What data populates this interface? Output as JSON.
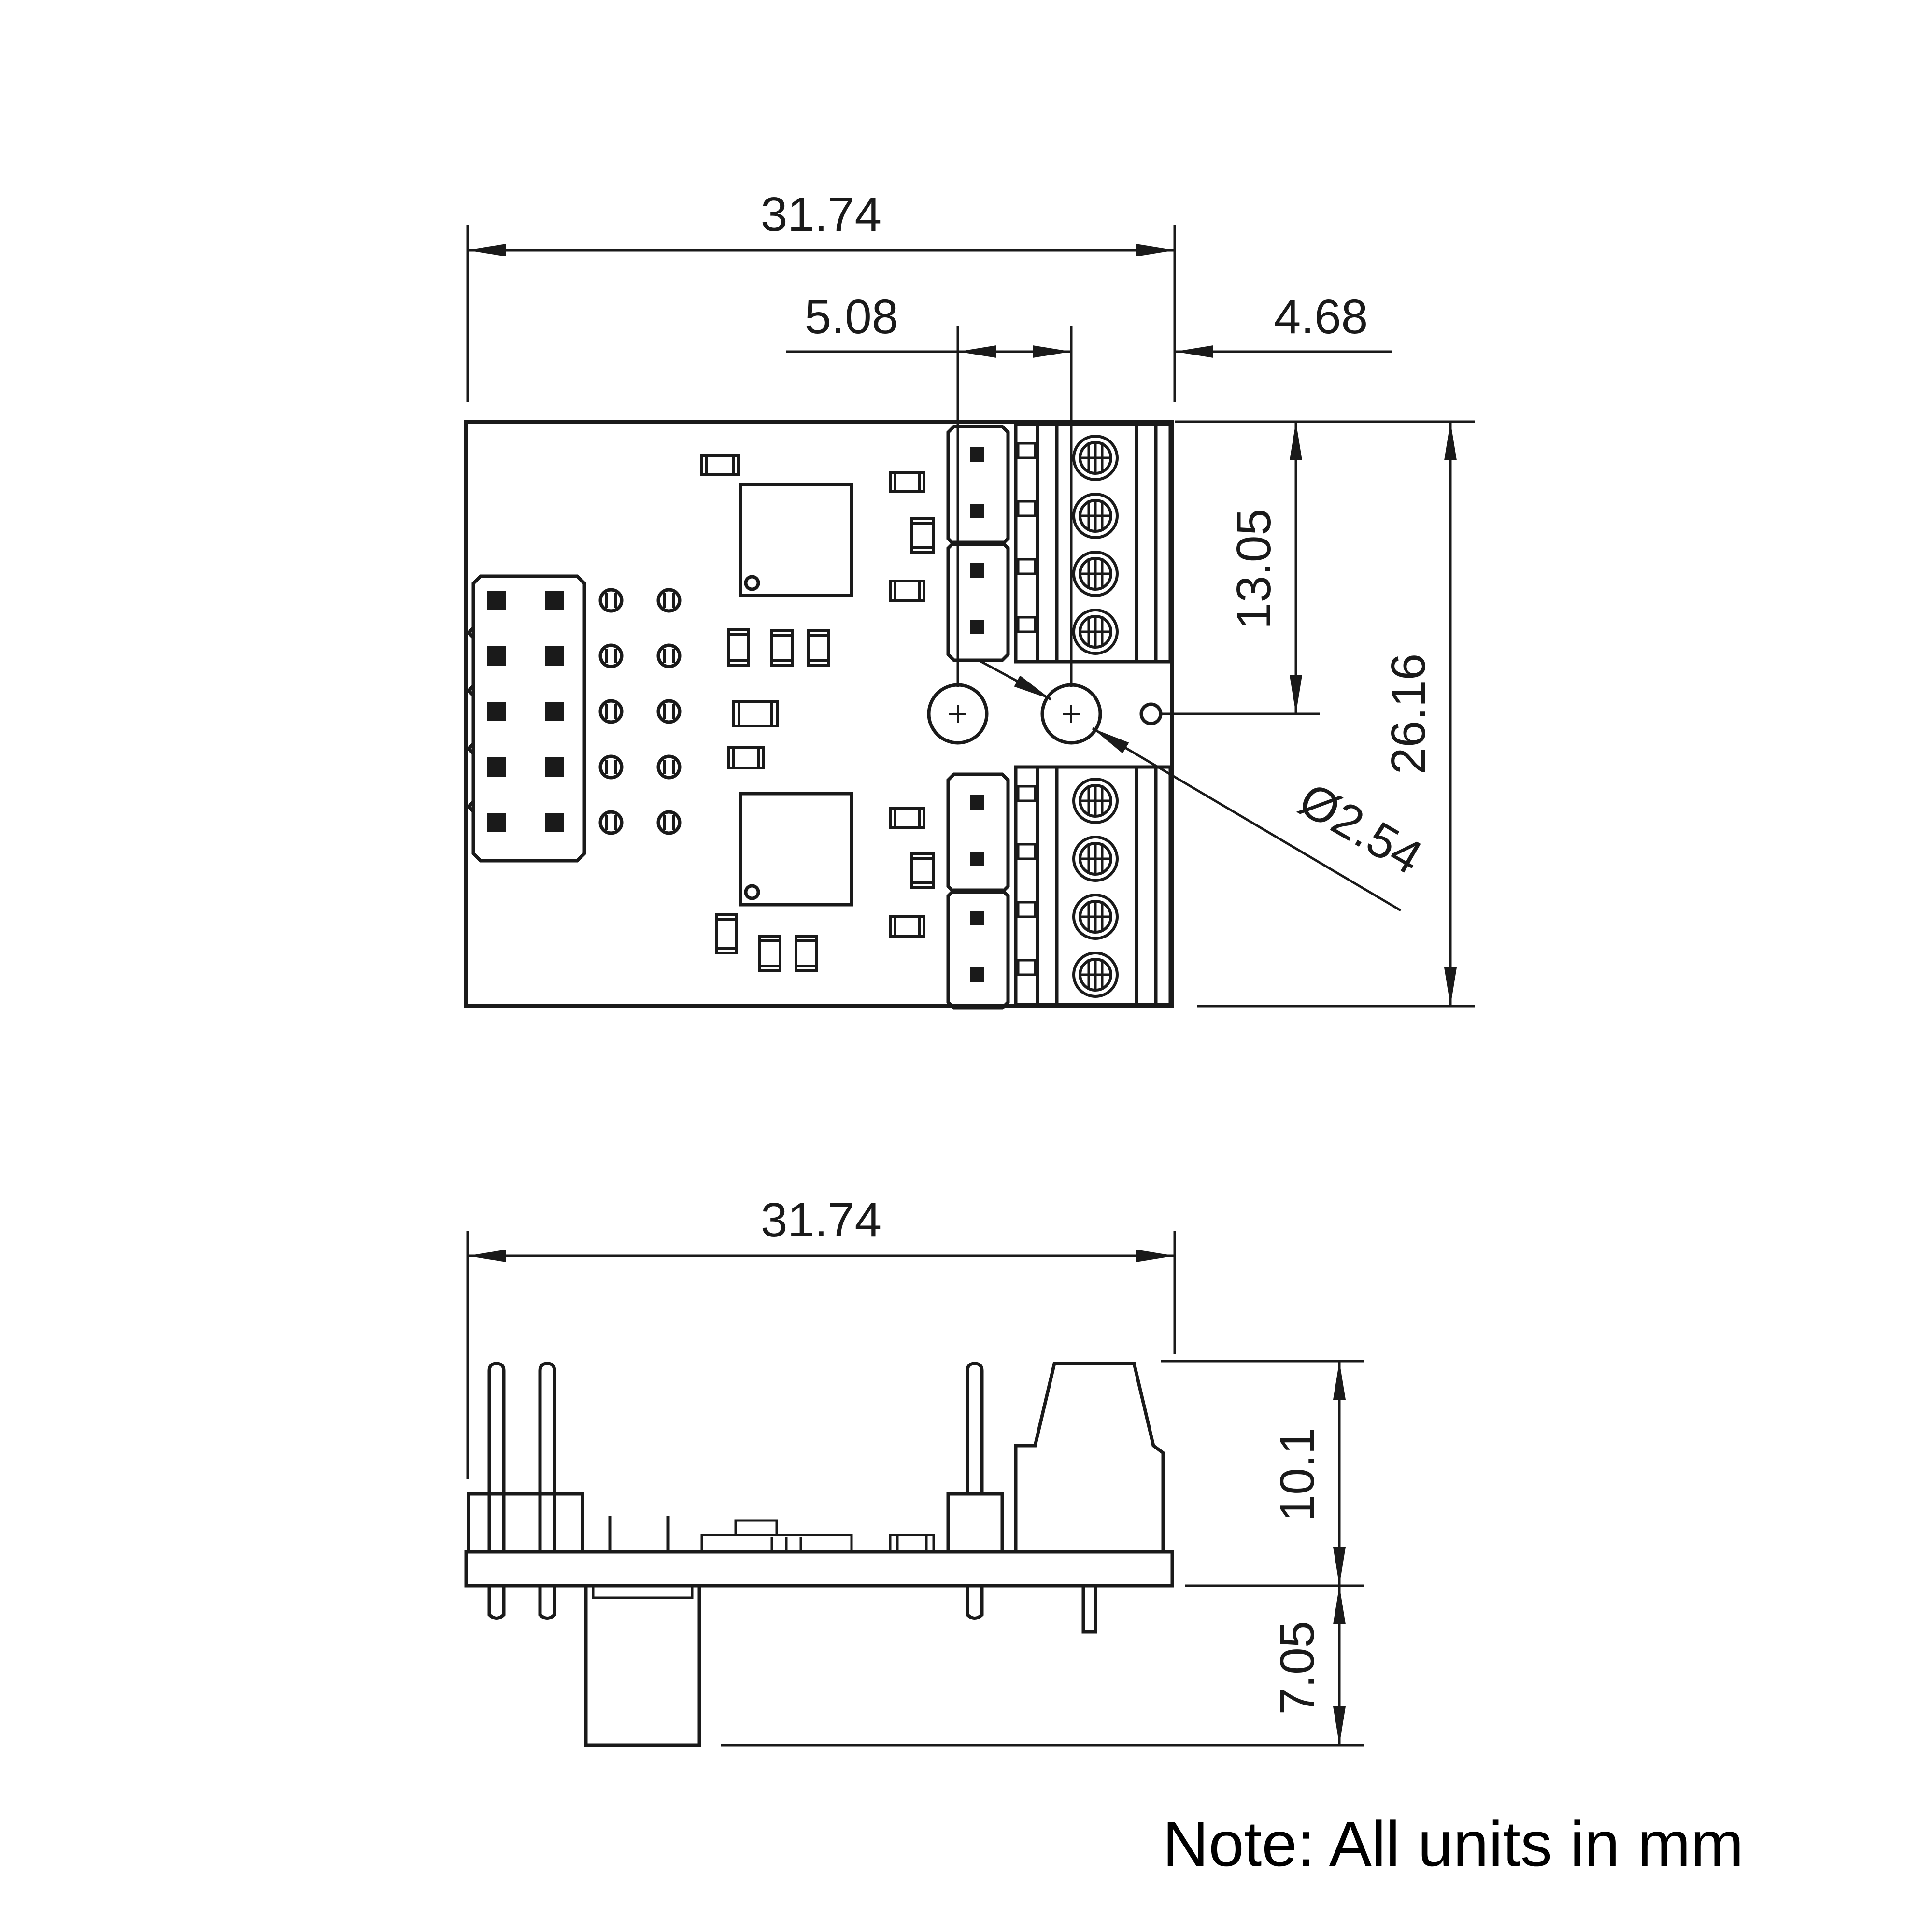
{
  "top_view": {
    "width_label": "31.74",
    "pitch_label": "5.08",
    "offset_label": "4.68",
    "hole_height_label": "13.05",
    "height_label": "26.16",
    "hole_diameter_label": "Ø2.54"
  },
  "side_view": {
    "width_label": "31.74",
    "above_board_label": "10.1",
    "below_board_label": "7.05"
  },
  "note": "Note: All units in mm",
  "colors": {
    "line": "#1a1a1a",
    "background": "#ffffff"
  }
}
